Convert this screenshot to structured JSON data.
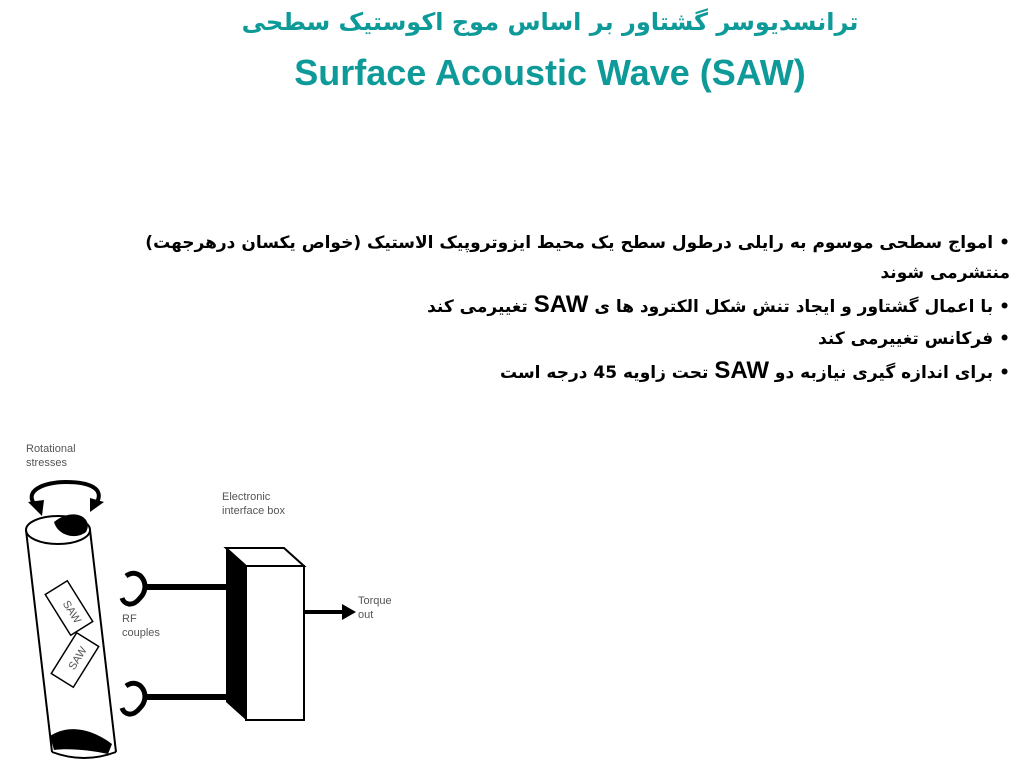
{
  "header": {
    "title_fa": "ترانسدیوسر گشتاور بر اساس موج اکوستیک سطحی",
    "title_en": "Surface Acoustic Wave (SAW)"
  },
  "bullets": [
    {
      "parts": [
        "امواج سطحی موسوم به رایلی درطول سطح یک محیط ایزوتروپیک الاستیک  (خواص یکسان درهرجهت) منتشرمی شوند"
      ]
    },
    {
      "parts": [
        "با  اعمال گشتاور و ایجاد تنش شکل الکترود ها ی ",
        "SAW",
        " تغییرمی کند"
      ]
    },
    {
      "parts": [
        "فرکانس تغییرمی کند"
      ]
    },
    {
      "parts": [
        "برای اندازه گیری نیازبه دو ",
        "SAW",
        " تحت زاویه 45 درجه است"
      ]
    }
  ],
  "diagram": {
    "labels": {
      "rotational_line1": "Rotational",
      "rotational_line2": "stresses",
      "box_line1": "Electronic",
      "box_line2": "interface box",
      "rf_line1": "RF",
      "rf_line2": "couples",
      "torque_line1": "Torque",
      "torque_line2": "out",
      "saw_label_1": "SAW",
      "saw_label_2": "SAW"
    }
  },
  "colors": {
    "title": "#0f9a9a",
    "text": "#000000",
    "diagram_text": "#555555"
  }
}
